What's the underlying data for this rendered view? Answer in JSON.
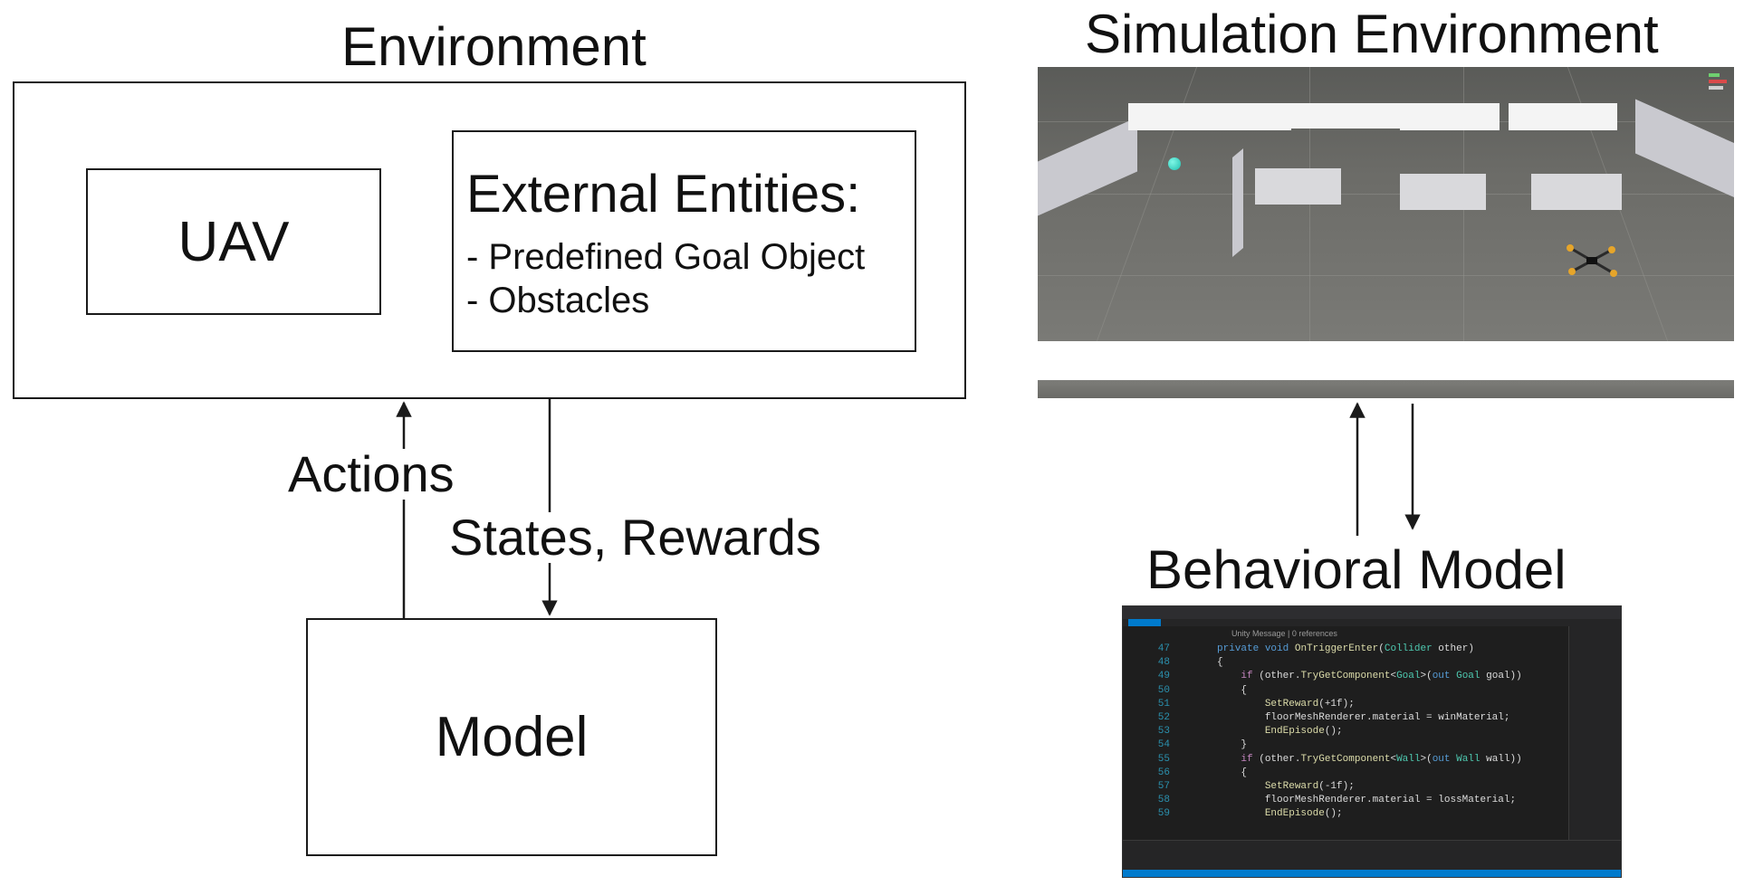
{
  "left_diagram": {
    "environment_title": "Environment",
    "uav_label": "UAV",
    "external_entities": {
      "title": "External Entities:",
      "items": [
        "- Predefined Goal Object",
        "- Obstacles"
      ]
    },
    "model_label": "Model",
    "actions_label": "Actions",
    "states_rewards_label": "States, Rewards"
  },
  "right_diagram": {
    "simulation_title": "Simulation Environment",
    "behavioral_title": "Behavioral Model",
    "code": {
      "hint": "Unity Message | 0 references",
      "lines": [
        {
          "no": "47",
          "text": "private void OnTriggerEnter(Collider other)"
        },
        {
          "no": "48",
          "text": "{"
        },
        {
          "no": "49",
          "text": "    if (other.TryGetComponent<Goal>(out Goal goal))"
        },
        {
          "no": "50",
          "text": "    {"
        },
        {
          "no": "51",
          "text": "        SetReward(+1f);"
        },
        {
          "no": "52",
          "text": "        floorMeshRenderer.material = winMaterial;"
        },
        {
          "no": "53",
          "text": "        EndEpisode();"
        },
        {
          "no": "54",
          "text": "    }"
        },
        {
          "no": "55",
          "text": "    if (other.TryGetComponent<Wall>(out Wall wall))"
        },
        {
          "no": "56",
          "text": "    {"
        },
        {
          "no": "57",
          "text": "        SetReward(-1f);"
        },
        {
          "no": "58",
          "text": "        floorMeshRenderer.material = lossMaterial;"
        },
        {
          "no": "59",
          "text": "        EndEpisode();"
        }
      ]
    }
  },
  "colors": {
    "line": "#1a1a1a",
    "code_background": "#1e1e1e",
    "line_number": "#2b91af",
    "keyword": "#569cd6",
    "type": "#4ec9b0",
    "method": "#dcdcaa",
    "goal_object": "#1fbfae"
  }
}
